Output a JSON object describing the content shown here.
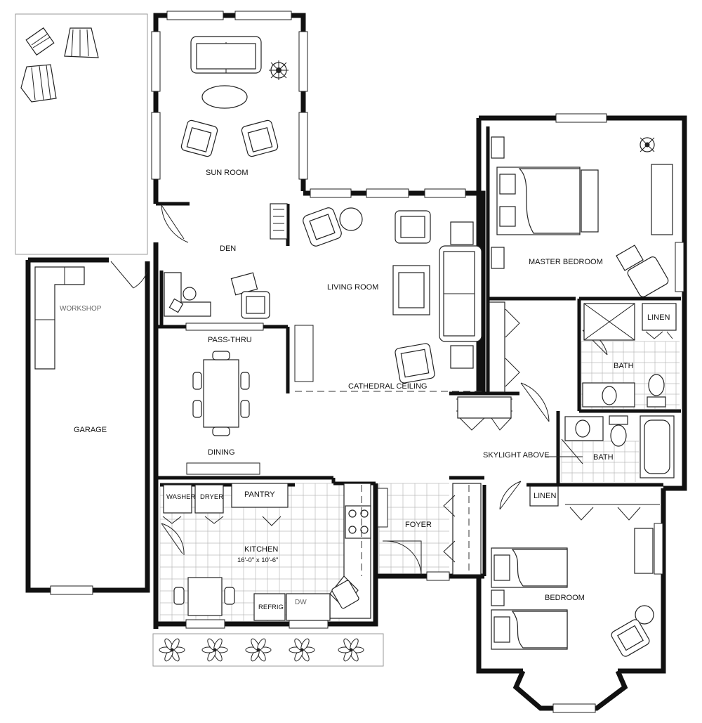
{
  "rooms": {
    "sun_room": "SUN ROOM",
    "den": "DEN",
    "living_room": "LIVING ROOM",
    "master_bedroom": "MASTER BEDROOM",
    "workshop": "WORKSHOP",
    "garage": "GARAGE",
    "pass_thru": "PASS-THRU",
    "cathedral_ceiling": "CATHEDRAL CEILING",
    "dining": "DINING",
    "linen_top": "LINEN",
    "bath_top": "BATH",
    "skylight": "SKYLIGHT ABOVE",
    "bath_bottom": "BATH",
    "linen_bottom": "LINEN",
    "washer": "WASHER",
    "dryer": "DRYER",
    "pantry": "PANTRY",
    "foyer": "FOYER",
    "kitchen": "KITCHEN",
    "kitchen_dims": "16'-0\" x 10'-6\"",
    "refrig": "REFRIG",
    "dw": "DW",
    "bedroom": "BEDROOM"
  }
}
